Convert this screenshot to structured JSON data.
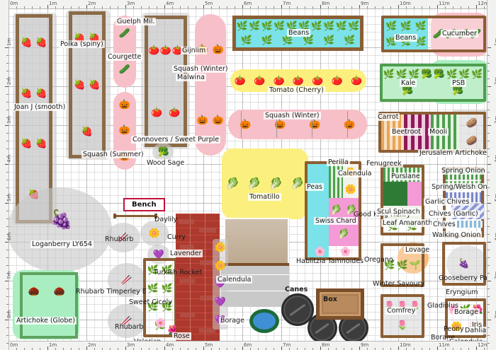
{
  "app": {
    "type": "garden-planner",
    "units": "metres"
  },
  "rulers": {
    "top": [
      "0m",
      "1m",
      "2m",
      "3m",
      "4m",
      "5m",
      "6m",
      "7m",
      "8m",
      "9m",
      "10m",
      "11m",
      "12m"
    ],
    "bottom": [
      "0m",
      "1m",
      "2m",
      "3m",
      "4m",
      "5m",
      "6m",
      "7m",
      "8m",
      "9m",
      "10m",
      "11m",
      "12m"
    ],
    "left": [
      "1m",
      "2m",
      "3m",
      "4m",
      "5m",
      "6m",
      "7m",
      "8m"
    ],
    "right": [
      "1m",
      "2m",
      "3m",
      "4m",
      "5m",
      "6m",
      "7m",
      "8m"
    ]
  },
  "selection": {
    "label": "Bench",
    "border_color": "#c2113e"
  },
  "colors": {
    "pink": "#f7bfc8",
    "yellow": "#fbf07e",
    "green": "#a9eec0",
    "cyan": "#7ae2e8",
    "grey": "#c8c8c8",
    "wood": "#8b5e34",
    "brick": "#e0897c",
    "orange": "#f9b97a",
    "selection": "#c2113e"
  },
  "plants": [
    {
      "id": "joan-j",
      "label": "Joan J (smooth)"
    },
    {
      "id": "polka",
      "label": "Polka (spiny)"
    },
    {
      "id": "courgette",
      "label": "Courgette"
    },
    {
      "id": "guelph-mil",
      "label": "Guelph Mil."
    },
    {
      "id": "gijnlim",
      "label": "Gijnlim"
    },
    {
      "id": "squash-winter-malwina",
      "label": "Squash (Winter)"
    },
    {
      "id": "malwina",
      "label": "Malwina"
    },
    {
      "id": "connovers",
      "label": "Connovers / Sweet Purple"
    },
    {
      "id": "wood-sage",
      "label": "Wood Sage"
    },
    {
      "id": "squash-summer",
      "label": "Squash (Summer)"
    },
    {
      "id": "beans-main",
      "label": "Beans"
    },
    {
      "id": "tomato-cherry",
      "label": "Tomato (Cherry)"
    },
    {
      "id": "squash-winter-row",
      "label": "Squash (Winter)"
    },
    {
      "id": "tomatillo",
      "label": "Tomatillo"
    },
    {
      "id": "beans-bed",
      "label": "Beans"
    },
    {
      "id": "cucumber",
      "label": "Cucumber"
    },
    {
      "id": "kale",
      "label": "Kale"
    },
    {
      "id": "psb",
      "label": "PSB"
    },
    {
      "id": "carrot",
      "label": "Carrot"
    },
    {
      "id": "beetroot",
      "label": "Beetroot"
    },
    {
      "id": "mooli",
      "label": "Mooli"
    },
    {
      "id": "jerusalem-artichoke",
      "label": "Jerusalem Artichoke"
    },
    {
      "id": "perilla",
      "label": "Perilla"
    },
    {
      "id": "calendula-peas",
      "label": "Calendula"
    },
    {
      "id": "peas",
      "label": "Peas"
    },
    {
      "id": "swiss-chard",
      "label": "Swiss Chard"
    },
    {
      "id": "good-king-henry",
      "label": "Good King Henry"
    },
    {
      "id": "hablitzia",
      "label": "Hablitzia Tamnoides"
    },
    {
      "id": "fenugreek",
      "label": "Fenugreek"
    },
    {
      "id": "purslane",
      "label": "Purslane"
    },
    {
      "id": "scul-spinach",
      "label": "Scul Spinach"
    },
    {
      "id": "leaf-amaranth",
      "label": "Leaf Amaranth"
    },
    {
      "id": "spring-onion",
      "label": "Spring Onion"
    },
    {
      "id": "spring-welsh-onion",
      "label": "Spring/Welsh Onion"
    },
    {
      "id": "garlic-chives",
      "label": "Garlic Chives"
    },
    {
      "id": "chives-garlic",
      "label": "Chives (Garlic)"
    },
    {
      "id": "chives",
      "label": "Chives"
    },
    {
      "id": "walking-onion",
      "label": "Walking Onion"
    },
    {
      "id": "oregano",
      "label": "Oregano"
    },
    {
      "id": "lovage",
      "label": "Lovage"
    },
    {
      "id": "winter-savoury",
      "label": "Winter Savoury"
    },
    {
      "id": "gooseberry-pax",
      "label": "Gooseberry Pax"
    },
    {
      "id": "eryngium",
      "label": "Eryngium"
    },
    {
      "id": "gladiolus",
      "label": "Gladiolus"
    },
    {
      "id": "borage-tr",
      "label": "Borage"
    },
    {
      "id": "iris",
      "label": "Iris"
    },
    {
      "id": "peony",
      "label": "Peony"
    },
    {
      "id": "dahlia",
      "label": "Dahlia"
    },
    {
      "id": "borage-br",
      "label": "Borage"
    },
    {
      "id": "calendula-br",
      "label": "Calendula"
    },
    {
      "id": "comfrey",
      "label": "Comfrey"
    },
    {
      "id": "loganberry",
      "label": "Loganberry LY654"
    },
    {
      "id": "artichoke-globe",
      "label": "Artichoke (Globe)"
    },
    {
      "id": "rhubarb-1",
      "label": "Rhubarb"
    },
    {
      "id": "rhubarb-timperley",
      "label": "Rhubarb Timperley E"
    },
    {
      "id": "rhubarb-2",
      "label": "Rhubarb"
    },
    {
      "id": "daylily",
      "label": "Daylily"
    },
    {
      "id": "curry",
      "label": "Curry"
    },
    {
      "id": "lavender",
      "label": "Lavender"
    },
    {
      "id": "turkish-rocket",
      "label": "Turkish Rocket"
    },
    {
      "id": "sweet-cicely",
      "label": "Sweet Cicely"
    },
    {
      "id": "valerian",
      "label": "Valerian"
    },
    {
      "id": "rose",
      "label": "Rose"
    },
    {
      "id": "calendula-path",
      "label": "Calendula"
    },
    {
      "id": "borage-path",
      "label": "Borage"
    },
    {
      "id": "canes",
      "label": "Canes"
    },
    {
      "id": "box",
      "label": "Box"
    }
  ]
}
